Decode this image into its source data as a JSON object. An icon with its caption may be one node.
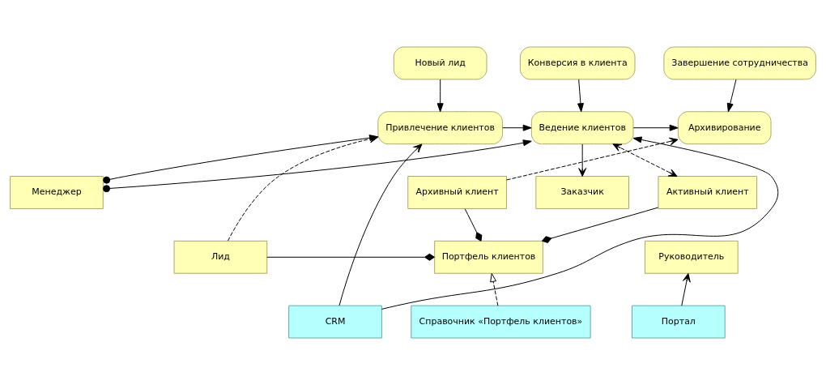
{
  "diagram": {
    "nodes": [
      {
        "text": [
          "Новый лид"
        ]
      },
      {
        "text": [
          "Конверсия в клиента"
        ]
      },
      {
        "text": [
          "Завершение сотрудничества"
        ]
      },
      {
        "text": [
          "Привлечение клиентов"
        ]
      },
      {
        "text": [
          "Ведение клиентов"
        ]
      },
      {
        "text": [
          "Архивирование"
        ]
      },
      {
        "text": [
          "Менеджер"
        ]
      },
      {
        "text": [
          "Активный клиент"
        ]
      },
      {
        "text": [
          "Архивный клиент"
        ]
      },
      {
        "text": [
          "Заказчик"
        ]
      },
      {
        "text": [
          "Лид"
        ]
      },
      {
        "text": [
          "Портфель клиентов"
        ]
      },
      {
        "text": [
          "Руководитель"
        ]
      },
      {
        "text": [
          "CRM"
        ]
      },
      {
        "text": [
          "Справочник «Портфель клиентов»"
        ]
      },
      {
        "text": [
          "Портал"
        ]
      }
    ],
    "edges": [
      {
        "from": 0,
        "to": 3,
        "arrow": "to"
      },
      {
        "from": 1,
        "to": 4,
        "arrow": "to"
      },
      {
        "from": 2,
        "to": 5,
        "arrow": "to"
      },
      {
        "from": 3,
        "to": 4,
        "arrow": "to"
      },
      {
        "from": 4,
        "to": 5,
        "arrow": "to"
      },
      {
        "from": 6,
        "to": 3,
        "arrow": "to"
      },
      {
        "from": 6,
        "to": 4,
        "arrow": "to"
      },
      {
        "from": 4,
        "to": 9,
        "arrow": "to"
      },
      {
        "from": 10,
        "to": 3,
        "arrow": "to",
        "style": "dashed"
      },
      {
        "from": 7,
        "to": 4,
        "arrow": "both",
        "style": "dashed"
      },
      {
        "from": 8,
        "to": 5,
        "arrow": "to",
        "style": "dashed"
      },
      {
        "from": 7,
        "to": 11,
        "arrow": "other"
      },
      {
        "from": 8,
        "to": 11,
        "arrow": "other"
      },
      {
        "from": 10,
        "to": 11,
        "arrow": "other"
      },
      {
        "from": 13,
        "to": 3,
        "arrow": "to"
      },
      {
        "from": 13,
        "to": 4,
        "arrow": "to"
      },
      {
        "from": 14,
        "to": 11,
        "arrow": "to",
        "style": "dashed"
      },
      {
        "from": 15,
        "to": 12,
        "arrow": "to"
      }
    ]
  }
}
